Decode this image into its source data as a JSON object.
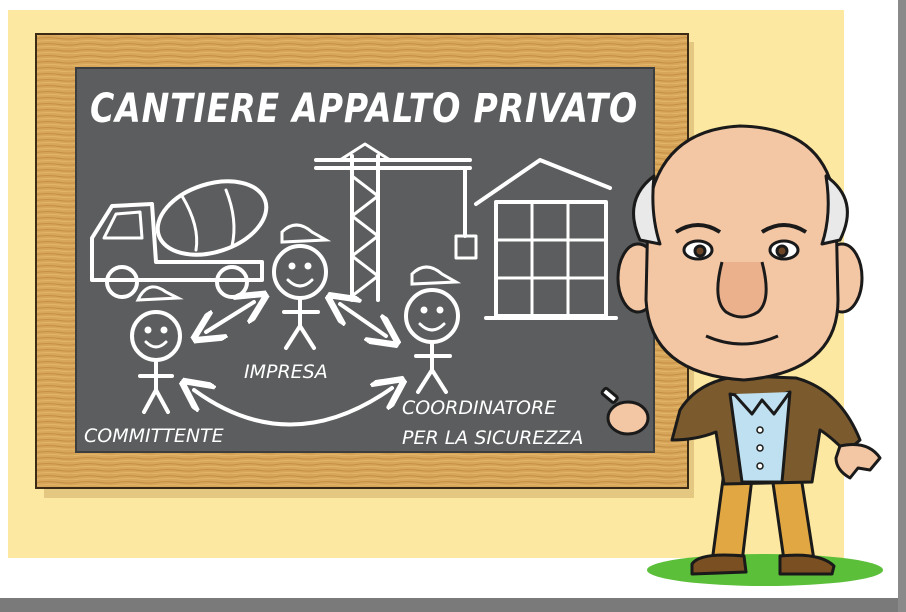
{
  "board": {
    "title": "CANTIERE APPALTO PRIVATO",
    "labels": {
      "committente": "COMMITTENTE",
      "impresa": "IMPRESA",
      "coordinatore_line1": "COORDINATORE",
      "coordinatore_line2": "PER LA SICUREZZA"
    }
  },
  "colors": {
    "background_panel": "#fce8a0",
    "frame_wood": "#d7a558",
    "chalkboard": "#5b5d5e",
    "chalk": "#ffffff",
    "grass": "#5bbf3a"
  },
  "icons": [
    "cement-mixer-truck-icon",
    "tower-crane-icon",
    "building-frame-icon",
    "stick-figure-worker-icon",
    "double-arrow-icon",
    "cartoon-old-man-icon"
  ]
}
